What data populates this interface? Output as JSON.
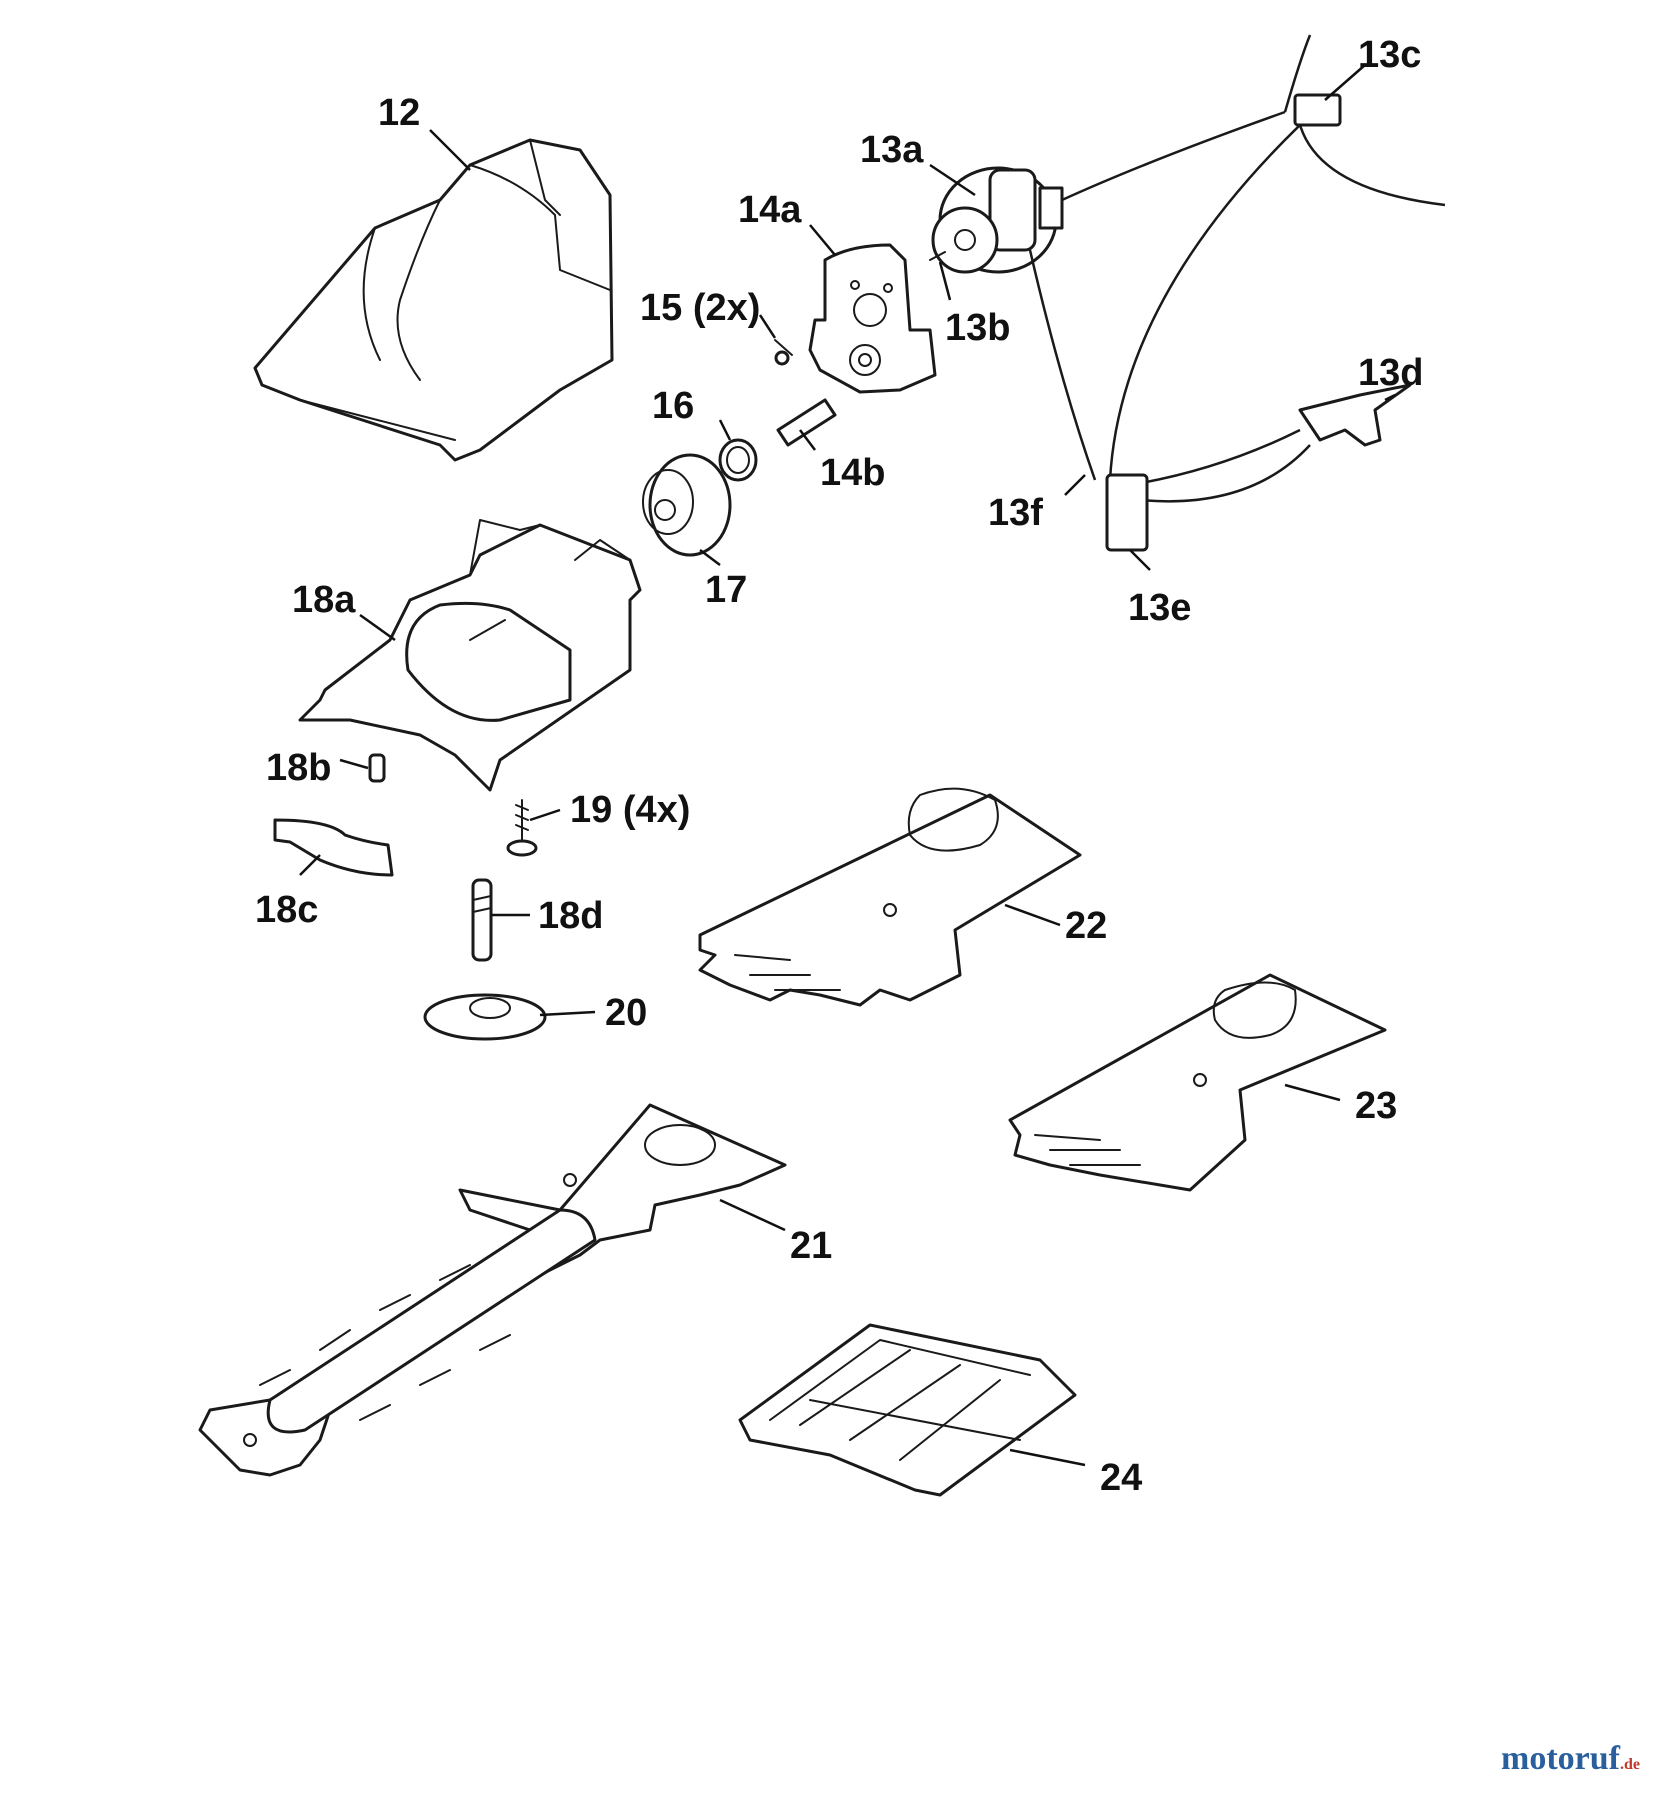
{
  "callouts": {
    "c12": "12",
    "c13a": "13a",
    "c13b": "13b",
    "c13c": "13c",
    "c13d": "13d",
    "c13e": "13e",
    "c13f": "13f",
    "c14a": "14a",
    "c14b": "14b",
    "c15": "15 (2x)",
    "c16": "16",
    "c17": "17",
    "c18a": "18a",
    "c18b": "18b",
    "c18c": "18c",
    "c18d": "18d",
    "c19": "19 (4x)",
    "c20": "20",
    "c21": "21",
    "c22": "22",
    "c23": "23",
    "c24": "24"
  },
  "watermark": {
    "brand": "motoruf",
    "suffix": ".de"
  }
}
